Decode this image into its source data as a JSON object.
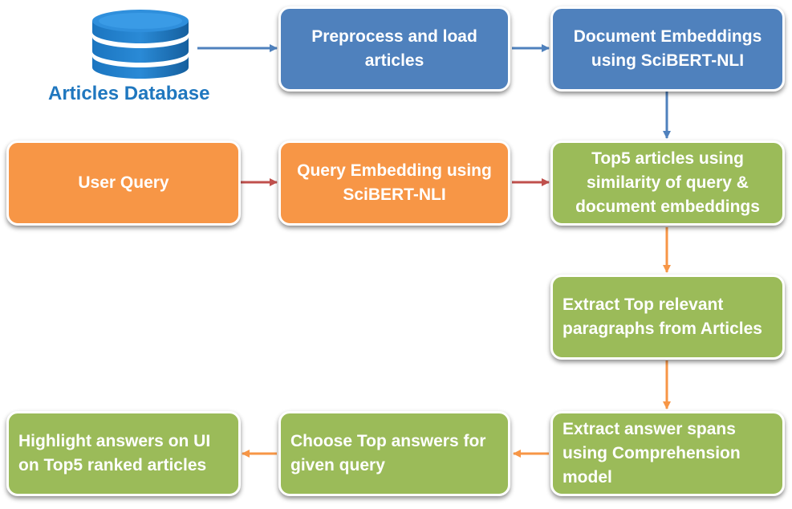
{
  "database": {
    "label": "Articles Database",
    "icon": "database-icon"
  },
  "steps": {
    "preprocess": "Preprocess and load articles",
    "doc_embeddings": "Document Embeddings using SciBERT-NLI",
    "user_query": "User Query",
    "query_embedding": "Query Embedding using SciBERT-NLI",
    "top5": "Top5 articles using similarity of query & document embeddings",
    "extract_paragraphs": "Extract Top relevant paragraphs from Articles",
    "extract_spans": "Extract answer spans using Comprehension model",
    "choose_answers": "Choose Top answers for given query",
    "highlight": "Highlight answers on UI on Top5 ranked articles"
  },
  "colors": {
    "blue": "#4f81bd",
    "orange": "#f79646",
    "green": "#9bbb59",
    "arrow_blue": "#4f81bd",
    "arrow_red": "#c0504d",
    "arrow_orange": "#f79646",
    "label_blue": "#1f77bf"
  }
}
